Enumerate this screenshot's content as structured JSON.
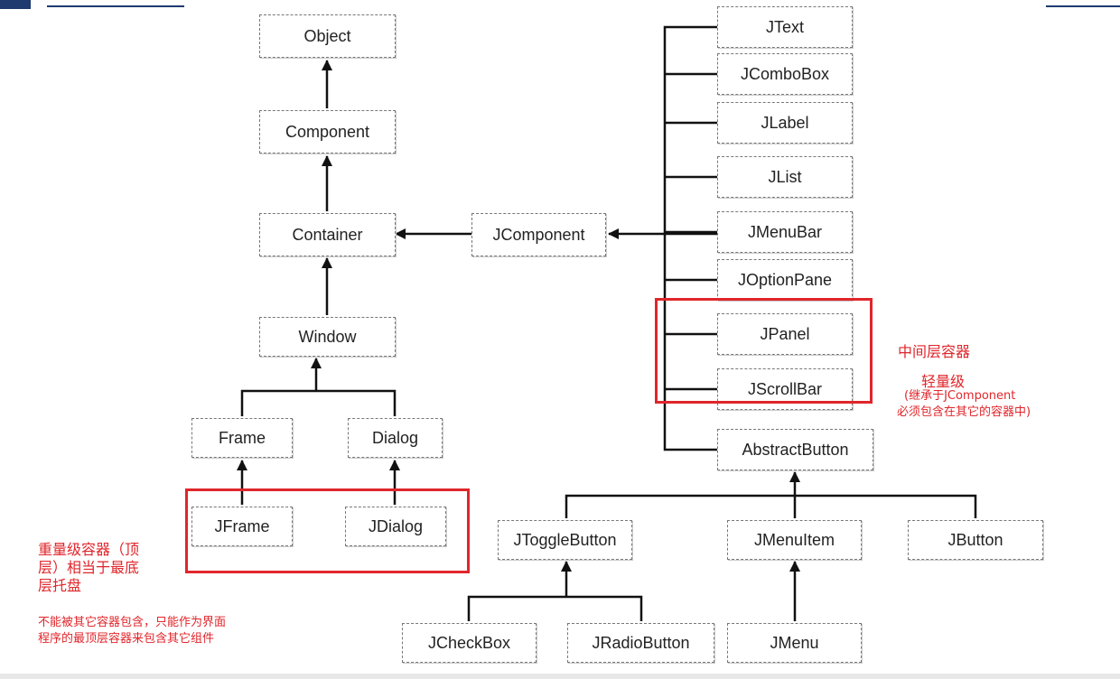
{
  "diagram": {
    "nodes": {
      "object": "Object",
      "component": "Component",
      "container": "Container",
      "window": "Window",
      "frame": "Frame",
      "dialog": "Dialog",
      "jframe": "JFrame",
      "jdialog": "JDialog",
      "jcomponent": "JComponent",
      "jtext": "JText",
      "jcombobox": "JComboBox",
      "jlabel": "JLabel",
      "jlist": "JList",
      "jmenubar": "JMenuBar",
      "joptionpane": "JOptionPane",
      "jpanel": "JPanel",
      "jscrollbar": "JScrollBar",
      "abstractbutton": "AbstractButton",
      "jtogglebutton": "JToggleButton",
      "jmenuitem": "JMenuItem",
      "jbutton": "JButton",
      "jcheckbox": "JCheckBox",
      "jradiobutton": "JRadioButton",
      "jmenu": "JMenu"
    },
    "annotations": {
      "middle_title": "中间层容器",
      "middle_sub": "轻量级",
      "middle_line1": "(继承于JComponent",
      "middle_line2": "必须包含在其它的容器中)",
      "heavy_line1": "重量级容器（顶",
      "heavy_line2": "层）相当于最底",
      "heavy_line3": "层托盘",
      "heavy_note1": "不能被其它容器包含，只能作为界面",
      "heavy_note2": "程序的最顶层容器来包含其它组件"
    },
    "colors": {
      "highlight": "#e0262b",
      "accent": "#1f3a6e",
      "line": "#111111"
    }
  }
}
